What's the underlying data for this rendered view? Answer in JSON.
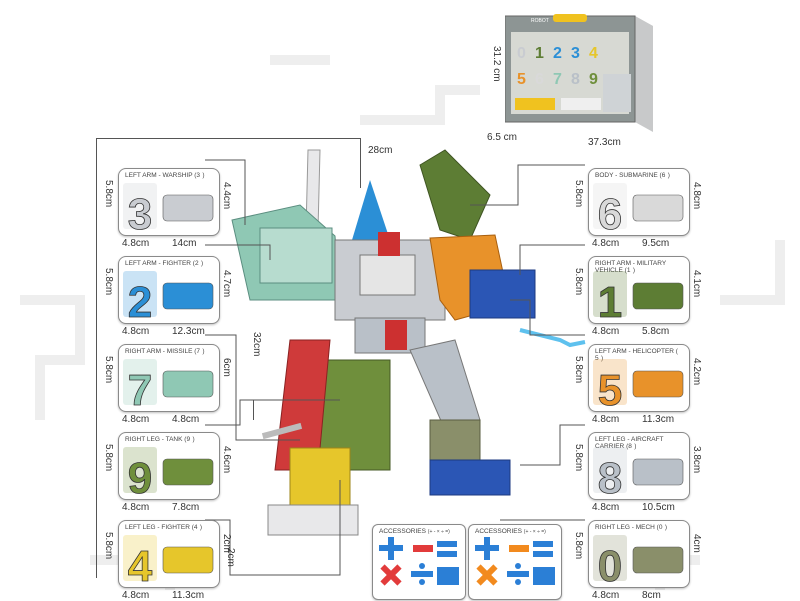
{
  "box": {
    "width_label": "37.3cm",
    "height_label": "31.2 cm",
    "depth_label": "6.5 cm"
  },
  "robot": {
    "width_label": "28cm",
    "height_label": "32cm",
    "right_leg_label": "2cm"
  },
  "left_parts": [
    {
      "title": "LEFT ARM",
      "name": "WARSHIP",
      "num": "3",
      "h": "5.8cm",
      "w": "4.8cm",
      "aw": "14cm",
      "ah": "4.4cm",
      "color": "#c9ccd1",
      "digit": "3"
    },
    {
      "title": "LEFT ARM",
      "name": "FIGHTER",
      "num": "2",
      "h": "5.8cm",
      "w": "4.8cm",
      "aw": "12.3cm",
      "ah": "4.7cm",
      "color": "#2b8fd6",
      "digit": "2"
    },
    {
      "title": "RIGHT ARM",
      "name": "MISSILE",
      "num": "7",
      "h": "5.8cm",
      "w": "4.8cm",
      "aw": "4.8cm",
      "ah": "6cm",
      "color": "#8fc8b4",
      "digit": "7"
    },
    {
      "title": "RIGHT LEG",
      "name": "TANK",
      "num": "9",
      "h": "5.8cm",
      "w": "4.8cm",
      "aw": "7.8cm",
      "ah": "4.6cm",
      "color": "#6f8f3c",
      "digit": "9"
    },
    {
      "title": "LEFT LEG",
      "name": "FIGHTER",
      "num": "4",
      "h": "5.8cm",
      "w": "4.8cm",
      "aw": "11.3cm",
      "ah": "2cm",
      "color": "#e6c62b",
      "digit": "4"
    }
  ],
  "right_parts": [
    {
      "title": "BODY",
      "name": "SUBMARINE",
      "num": "6",
      "h": "5.8cm",
      "w": "4.8cm",
      "aw": "9.5cm",
      "ah": "4.8cm",
      "color": "#d9d9d9",
      "digit": "6"
    },
    {
      "title": "RIGHT ARM",
      "name": "MILITARY VEHICLE",
      "num": "1",
      "h": "5.8cm",
      "w": "4.8cm",
      "aw": "5.8cm",
      "ah": "4.1cm",
      "color": "#5d7d34",
      "digit": "1"
    },
    {
      "title": "LEFT ARM",
      "name": "HELICOPTER",
      "num": "5",
      "h": "5.8cm",
      "w": "4.8cm",
      "aw": "11.3cm",
      "ah": "4.2cm",
      "color": "#e8922a",
      "digit": "5"
    },
    {
      "title": "LEFT LEG",
      "name": "AIRCRAFT CARRIER",
      "num": "8",
      "h": "5.8cm",
      "w": "4.8cm",
      "aw": "10.5cm",
      "ah": "3.8cm",
      "color": "#b9c0c8",
      "digit": "8"
    },
    {
      "title": "RIGHT LEG",
      "name": "MECH",
      "num": "0",
      "h": "5.8cm",
      "w": "4.8cm",
      "aw": "8cm",
      "ah": "4cm",
      "color": "#8a8f6a",
      "digit": "0"
    }
  ],
  "accessories": [
    {
      "title": "ACCESSORIES",
      "note": "(+ - × ÷ =)",
      "palette": [
        "#2b7fd6",
        "#e23b3b",
        "#2b7fd6",
        "#e23b3b",
        "#2b7fd6"
      ]
    },
    {
      "title": "ACCESSORIES",
      "note": "(+ - × ÷ =)",
      "palette": [
        "#2b7fd6",
        "#f28a1e",
        "#2b7fd6",
        "#f28a1e",
        "#2b7fd6"
      ]
    }
  ],
  "box_brand": "ROBOT"
}
